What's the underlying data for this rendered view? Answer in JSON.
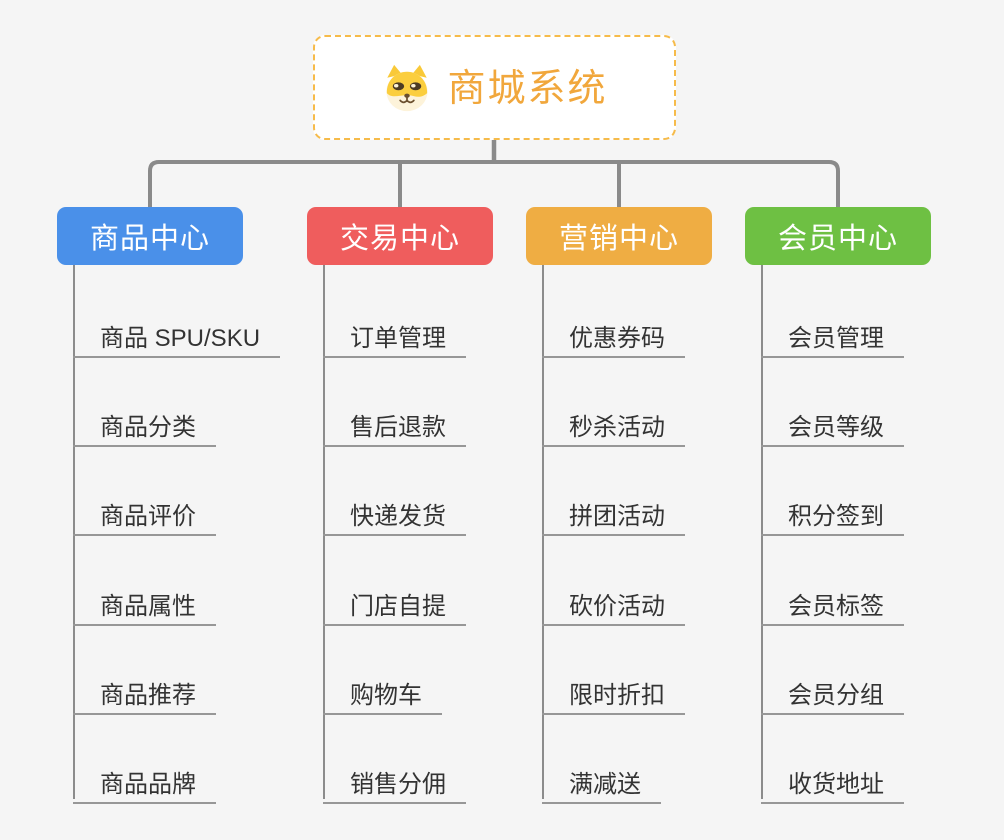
{
  "root": {
    "label": "商城系统",
    "icon": "doge-face-icon",
    "text_color": "#f1a73c",
    "border_color": "#f6bb4a"
  },
  "branches": [
    {
      "label": "商品中心",
      "color": "#4a90e9",
      "children": [
        "商品 SPU/SKU",
        "商品分类",
        "商品评价",
        "商品属性",
        "商品推荐",
        "商品品牌"
      ]
    },
    {
      "label": "交易中心",
      "color": "#ef5d5d",
      "children": [
        "订单管理",
        "售后退款",
        "快递发货",
        "门店自提",
        "购物车",
        "销售分佣"
      ]
    },
    {
      "label": "营销中心",
      "color": "#efad43",
      "children": [
        "优惠券码",
        "秒杀活动",
        "拼团活动",
        "砍价活动",
        "限时折扣",
        "满减送"
      ]
    },
    {
      "label": "会员中心",
      "color": "#6ec043",
      "children": [
        "会员管理",
        "会员等级",
        "积分签到",
        "会员标签",
        "会员分组",
        "收货地址"
      ]
    }
  ],
  "connector_color": "#8a8a8a",
  "background_color": "#f5f5f5"
}
